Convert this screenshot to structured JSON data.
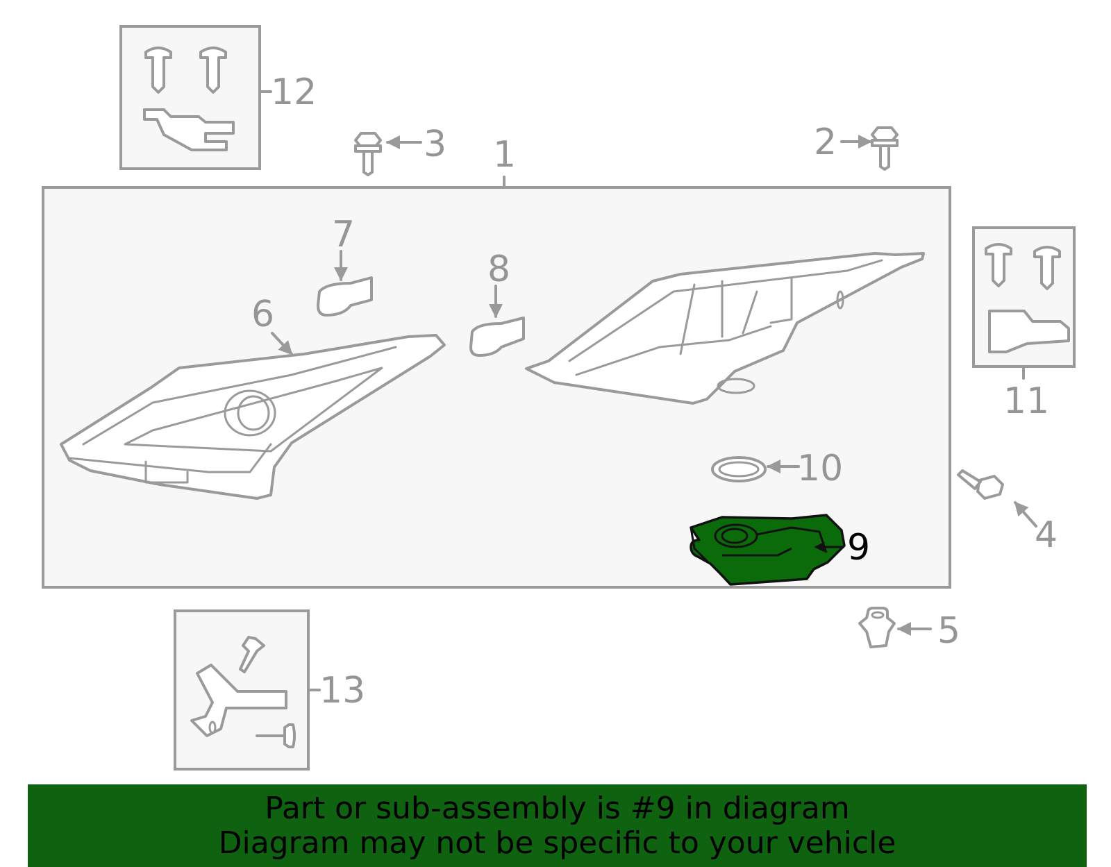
{
  "callouts": {
    "c1": "1",
    "c2": "2",
    "c3": "3",
    "c4": "4",
    "c5": "5",
    "c6": "6",
    "c7": "7",
    "c8": "8",
    "c9": "9",
    "c10": "10",
    "c11": "11",
    "c12": "12",
    "c13": "13"
  },
  "highlighted_part": "9",
  "colors": {
    "highlight": "#0b6b0b",
    "banner": "#0f6310",
    "line_art": "#9a9a9a"
  },
  "banner": {
    "line1": "Part or sub-assembly is #9 in diagram",
    "line2": "Diagram may not be specific to your vehicle"
  }
}
